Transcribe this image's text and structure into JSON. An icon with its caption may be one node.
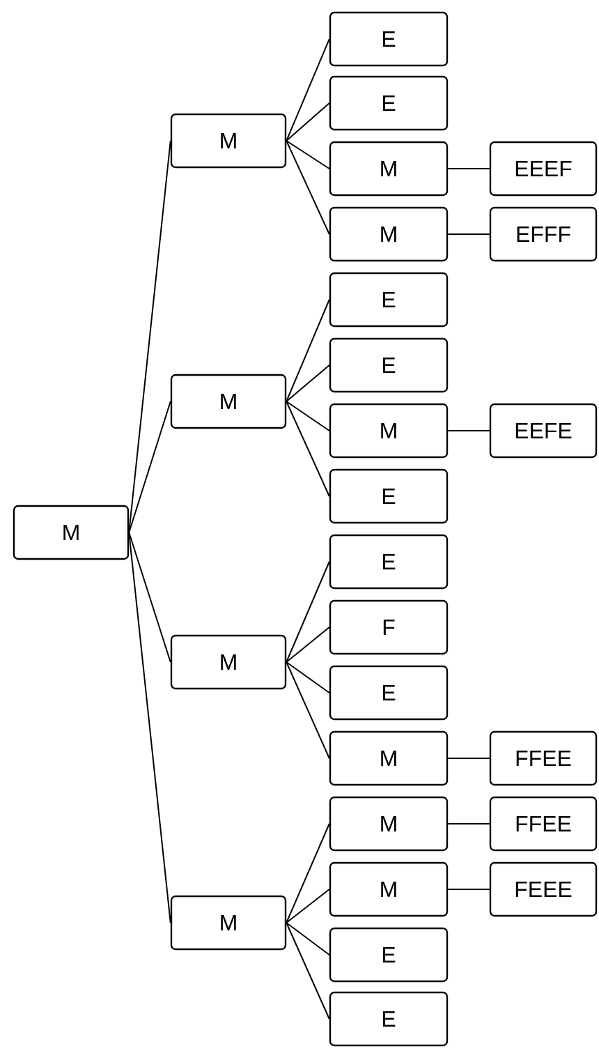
{
  "diagram": {
    "nodes": [
      {
        "text": [
          "M"
        ]
      },
      {
        "text": [
          "M"
        ]
      },
      {
        "text": [
          "E"
        ]
      },
      {
        "text": [
          "E"
        ]
      },
      {
        "text": [
          "M"
        ]
      },
      {
        "text": [
          "EEEF"
        ]
      },
      {
        "text": [
          "M"
        ]
      },
      {
        "text": [
          "EFFF"
        ]
      },
      {
        "text": [
          "M"
        ]
      },
      {
        "text": [
          "E"
        ]
      },
      {
        "text": [
          "E"
        ]
      },
      {
        "text": [
          "M"
        ]
      },
      {
        "text": [
          "EEFE"
        ]
      },
      {
        "text": [
          "E"
        ]
      },
      {
        "text": [
          "M"
        ]
      },
      {
        "text": [
          "E"
        ]
      },
      {
        "text": [
          "F"
        ]
      },
      {
        "text": [
          "E"
        ]
      },
      {
        "text": [
          "M"
        ]
      },
      {
        "text": [
          "FFEE"
        ]
      },
      {
        "text": [
          "M"
        ]
      },
      {
        "text": [
          "M"
        ]
      },
      {
        "text": [
          "FFEE"
        ]
      },
      {
        "text": [
          "M"
        ]
      },
      {
        "text": [
          "FEEE"
        ]
      },
      {
        "text": [
          "E"
        ]
      },
      {
        "text": [
          "E"
        ]
      }
    ],
    "edges": [
      {
        "from": 0,
        "to": 1,
        "arrow": "none"
      },
      {
        "from": 1,
        "to": 2,
        "arrow": "none"
      },
      {
        "from": 1,
        "to": 3,
        "arrow": "none"
      },
      {
        "from": 1,
        "to": 4,
        "arrow": "none"
      },
      {
        "from": 4,
        "to": 5,
        "arrow": "none"
      },
      {
        "from": 1,
        "to": 6,
        "arrow": "none"
      },
      {
        "from": 6,
        "to": 7,
        "arrow": "none"
      },
      {
        "from": 0,
        "to": 8,
        "arrow": "none"
      },
      {
        "from": 8,
        "to": 9,
        "arrow": "none"
      },
      {
        "from": 8,
        "to": 10,
        "arrow": "none"
      },
      {
        "from": 8,
        "to": 11,
        "arrow": "none"
      },
      {
        "from": 11,
        "to": 12,
        "arrow": "none"
      },
      {
        "from": 8,
        "to": 13,
        "arrow": "none"
      },
      {
        "from": 0,
        "to": 14,
        "arrow": "none"
      },
      {
        "from": 14,
        "to": 15,
        "arrow": "none"
      },
      {
        "from": 14,
        "to": 16,
        "arrow": "none"
      },
      {
        "from": 14,
        "to": 17,
        "arrow": "none"
      },
      {
        "from": 14,
        "to": 18,
        "arrow": "none"
      },
      {
        "from": 18,
        "to": 19,
        "arrow": "none"
      },
      {
        "from": 0,
        "to": 20,
        "arrow": "none"
      },
      {
        "from": 20,
        "to": 21,
        "arrow": "none"
      },
      {
        "from": 21,
        "to": 22,
        "arrow": "none"
      },
      {
        "from": 20,
        "to": 23,
        "arrow": "none"
      },
      {
        "from": 23,
        "to": 24,
        "arrow": "none"
      },
      {
        "from": 20,
        "to": 25,
        "arrow": "none"
      },
      {
        "from": 20,
        "to": 26,
        "arrow": "none"
      }
    ]
  }
}
